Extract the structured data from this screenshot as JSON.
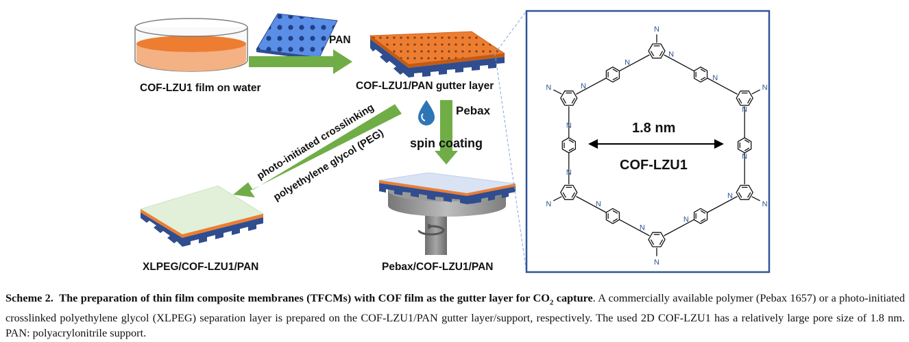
{
  "labels": {
    "cof_on_water": "COF-LZU1 film on water",
    "pan": "PAN",
    "gutter_layer": "COF-LZU1/PAN gutter layer",
    "pebax": "Pebax",
    "spin_coating": "spin coating",
    "crosslink_line1": "photo-initiated crosslinking",
    "crosslink_line2": "polyethylene glycol (PEG)",
    "xlpeg_product": "XLPEG/COF-LZU1/PAN",
    "pebax_product": "Pebax/COF-LZU1/PAN",
    "pore_size": "1.8 nm",
    "framework_name": "COF-LZU1",
    "imine_n": "N"
  },
  "caption": {
    "scheme_label": "Scheme 2.",
    "title_text": "The preparation of thin film composite membranes (TFCMs) with COF film as the gutter layer for CO",
    "title_subscript": "2",
    "title_end": " capture",
    "body": ". A commercially available polymer (Pebax 1657) or a photo-initiated crosslinked polyethylene glycol (XLPEG) separation layer is prepared on the COF-LZU1/PAN gutter layer/support, respectively. The used 2D COF-LZU1 has a relatively large pore size of 1.8 nm. PAN: polyacrylonitrile support."
  },
  "colors": {
    "arrow_green": "#70ad47",
    "cof_orange": "#ed7d31",
    "water_orange": "#f4b183",
    "pan_blue": "#2f4d8f",
    "pan_light_blue": "#5b8ee6",
    "box_border": "#2f5597",
    "xlpeg_green": "#e2f0d9",
    "pebax_light": "#dae3f3",
    "drop_blue": "#2e75b6"
  }
}
